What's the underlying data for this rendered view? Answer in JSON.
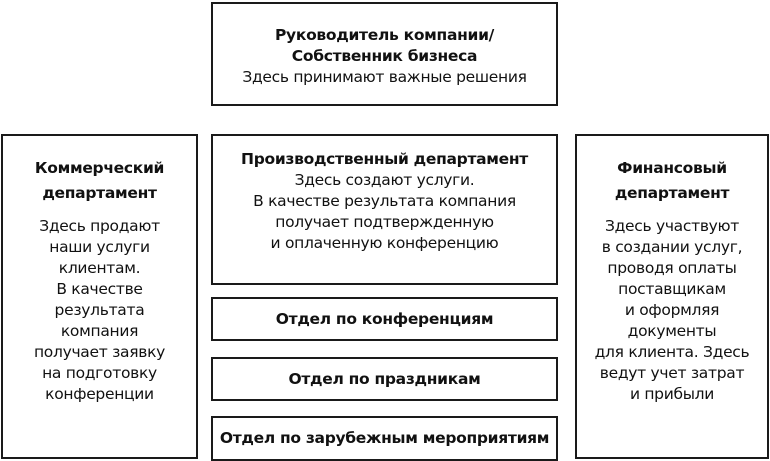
{
  "diagram": {
    "type": "organizational-structure",
    "top": {
      "title_lines": [
        "Руководитель компании/",
        "Собственник бизнеса"
      ],
      "description": "Здесь принимают важные решения"
    },
    "left": {
      "title_lines": [
        "Коммерческий",
        "департамент"
      ],
      "body_lines": [
        "Здесь продают",
        "наши услуги",
        "клиентам.",
        "В качестве",
        "результата",
        "компания",
        "получает заявку",
        "на подготовку",
        "конференции"
      ]
    },
    "middle": {
      "title": "Производственный департамент",
      "body_lines": [
        "Здесь создают услуги.",
        "В качестве результата компания",
        "получает подтвержденную",
        "и оплаченную конференцию"
      ],
      "sub_departments": [
        "Отдел по конференциям",
        "Отдел по праздникам",
        "Отдел по зарубежным мероприятиям"
      ]
    },
    "right": {
      "title_lines": [
        "Финансовый",
        "департамент"
      ],
      "body_lines": [
        "Здесь участвуют",
        "в создании услуг,",
        "проводя оплаты",
        "поставщикам",
        "и оформляя",
        "документы",
        "для клиента. Здесь",
        "ведут учет затрат",
        "и прибыли"
      ]
    },
    "colors": {
      "border": "#1a1a1a",
      "background": "#ffffff",
      "text": "#111111"
    }
  }
}
